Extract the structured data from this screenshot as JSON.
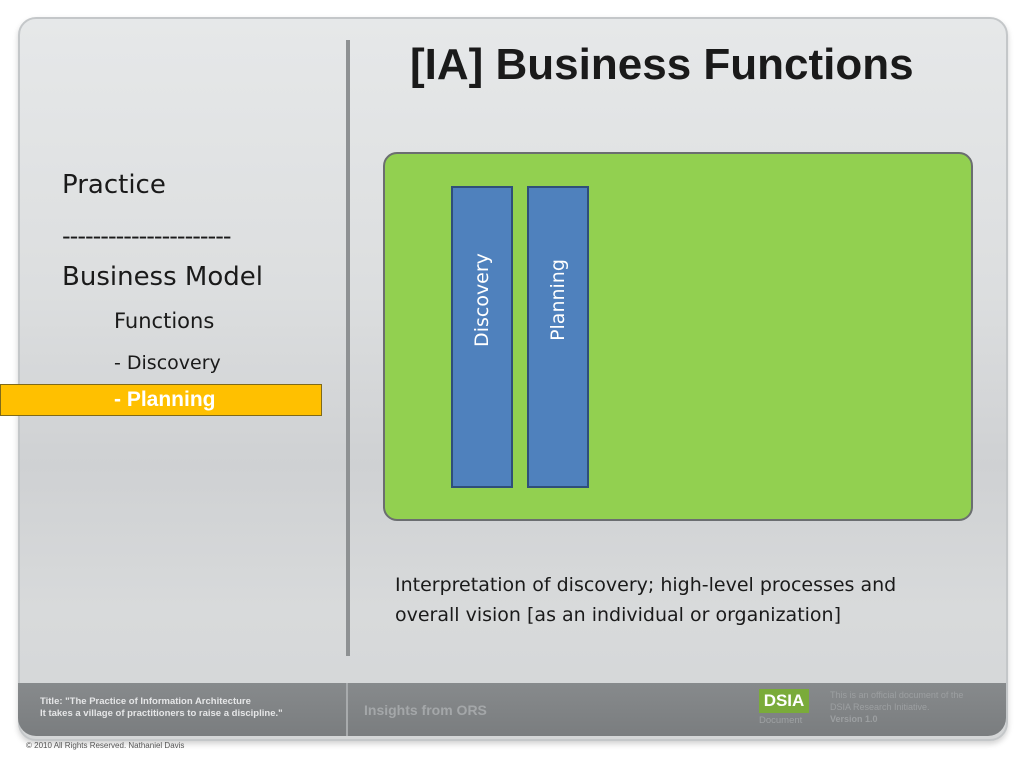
{
  "slide": {
    "title": "[IA] Business Functions"
  },
  "nav": {
    "practice": "Practice",
    "separator": "----------------------",
    "business_model": "Business Model",
    "functions": "Functions",
    "discovery": "- Discovery",
    "planning": "- Planning"
  },
  "diagram": {
    "bars": [
      "Discovery",
      "Planning"
    ]
  },
  "description": "Interpretation of discovery; high-level processes and overall vision [as an individual or organization]",
  "footer": {
    "title_line1": "Title: \"The Practice of Information Architecture",
    "title_line2": "It takes a village of practitioners to raise a discipline.\"",
    "insights": "Insights from ORS",
    "badge": "DSIA",
    "badge_sub": "Document",
    "note_line1": "This is an official document of the",
    "note_line2": "DSIA Research Initiative.",
    "version": "Version 1.0"
  },
  "copyright": "© 2010 All Rights Reserved. Nathaniel Davis",
  "colors": {
    "highlight": "#ffc000",
    "panel": "#92d050",
    "bar": "#4f81bd",
    "badge": "#7aab3a"
  }
}
